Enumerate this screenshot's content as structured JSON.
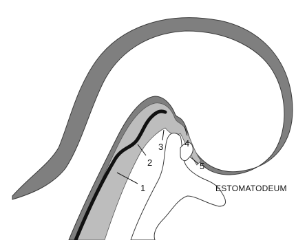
{
  "labels": {
    "l1": "1",
    "l2": "2",
    "l3": "3",
    "l4": "4",
    "l5": "5",
    "estomatodeum": "ESTOMATODEUM"
  },
  "colors": {
    "outer_layer": "#7f7f7f",
    "middle_layer": "#bdbdbd",
    "line_dark": "#111111",
    "outline": "#3a3a3a",
    "background": "#ffffff"
  }
}
